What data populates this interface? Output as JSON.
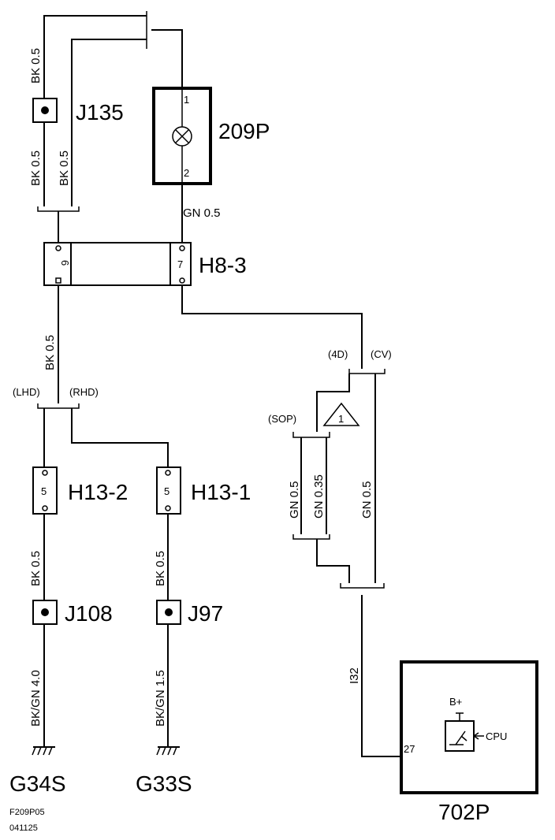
{
  "components": {
    "c209p": {
      "name": "209P",
      "pin1": "1",
      "pin2": "2"
    },
    "c702p": {
      "name": "702P",
      "bplus": "B+",
      "cpu": "CPU",
      "pin": "27"
    }
  },
  "connectors": {
    "h8_3": {
      "name": "H8-3",
      "pin_left": "6",
      "pin_right": "7"
    },
    "h13_2": {
      "name": "H13-2",
      "pin": "5"
    },
    "h13_1": {
      "name": "H13-1",
      "pin": "5"
    }
  },
  "splices": {
    "j135": "J135",
    "j108": "J108",
    "j97": "J97"
  },
  "grounds": {
    "g34s": "G34S",
    "g33s": "G33S"
  },
  "wires": {
    "top_bk1": "BK  0.5",
    "j135_bk_left": "BK  0.5",
    "j135_bk_right": "BK  0.5",
    "gn_209p": "GN  0.5",
    "h8_bk": "BK  0.5",
    "h13_2_bk": "BK  0.5",
    "h13_1_bk": "BK  0.5",
    "g34s_wire": "BK/GN  4.0",
    "g33s_wire": "BK/GN  1.5",
    "sop_gn05": "GN  0.5",
    "sop_gn035": "GN  0.35",
    "cv_gn05": "GN  0.5",
    "i32": "I32"
  },
  "variants": {
    "lhd": "(LHD)",
    "rhd": "(RHD)",
    "d4": "(4D)",
    "cv": "(CV)",
    "sop": "(SOP)",
    "note": "1"
  },
  "footer": {
    "fig_id": "F209P05",
    "date": "041125"
  }
}
